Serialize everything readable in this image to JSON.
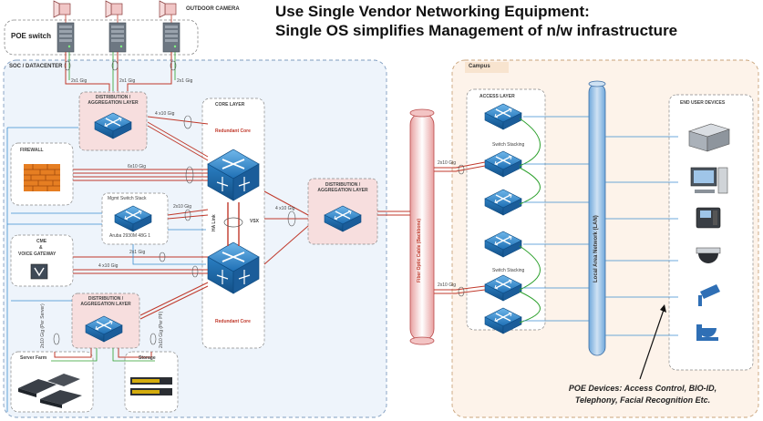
{
  "header": {
    "line1": "Use Single Vendor Networking Equipment:",
    "line2": "Single OS simplifies Management  of n/w infrastructure"
  },
  "top": {
    "outdoor_camera": "OUTDOOR CAMERA",
    "poe_switch": "POE switch"
  },
  "soc": {
    "title": "SOC / DATACENTER",
    "links_top": [
      "2x1 Gig",
      "2x1 Gig",
      "2x1 Gig"
    ],
    "dist_top": "DISTRIBUTION / AGGREGATION LAYER",
    "core_layer": "CORE LAYER",
    "redundant_core_top": "Redundant Core",
    "redundant_core_bottom": "Redundant Core",
    "ha_link": "HA Link",
    "vsx": "VSX",
    "firewall": "FIREWALL",
    "mgmt_stack": "Mgmt Switch Stack",
    "mgmt_model": "Aruba 2930M 48G 1",
    "cme": "CME",
    "amp": "&",
    "voice_gateway": "VOICE GATEWAY",
    "dist_mid": "DISTRIBUTION / AGGREGATION LAYER",
    "dist_bottom": "DISTRIBUTION / AGGREGATION LAYER",
    "server_farm": "Server Farm",
    "storage": "Storage",
    "l_4x10_top": "4 x10 Gig",
    "l_6x10": "6x10 Gig",
    "l_2x10_mgmt": "2x10 Gig",
    "l_4x10_mid": "4 x10 Gig",
    "l_2x1": "2x1 Gig",
    "l_4x10_bottom": "4 x10 Gig",
    "l_server": "2x10 Gig (Per Server)",
    "l_storage": "2x10 Gig (Per PF)"
  },
  "backbone": {
    "fiber": "Fiber Optic Cable (Backbone)",
    "l_2x10_up": "2x10 Gig",
    "l_2x10_down": "2x10 Gig"
  },
  "campus": {
    "title": "Campus",
    "access_layer": "ACCESS LAYER",
    "stacking_1": "Switch Stacking",
    "stacking_2": "Switch Stacking",
    "lan": "Local Area Network (LAN)",
    "end_user_devices": "END USER DEVICES",
    "poe_note_1": "POE Devices: Access Control, BIO-ID,",
    "poe_note_2": "Telephony, Facial Recognition Etc."
  },
  "icons": [
    "camera-icon",
    "poe-switch-icon",
    "router-icon",
    "firewall-icon",
    "voice-gateway-icon",
    "server-icon",
    "storage-icon",
    "printer-icon",
    "desktop-icon",
    "ip-phone-icon",
    "dome-camera-icon",
    "cctv-camera-icon"
  ],
  "colors": {
    "soc_bg": "#eef4fb",
    "campus_bg": "#fdf3ea",
    "dist_bg": "#f7dede",
    "link_red": "#c0392b",
    "link_blue": "#3b8ed0",
    "link_green": "#2ca02c",
    "lan_bar": "#9fc5e8"
  }
}
